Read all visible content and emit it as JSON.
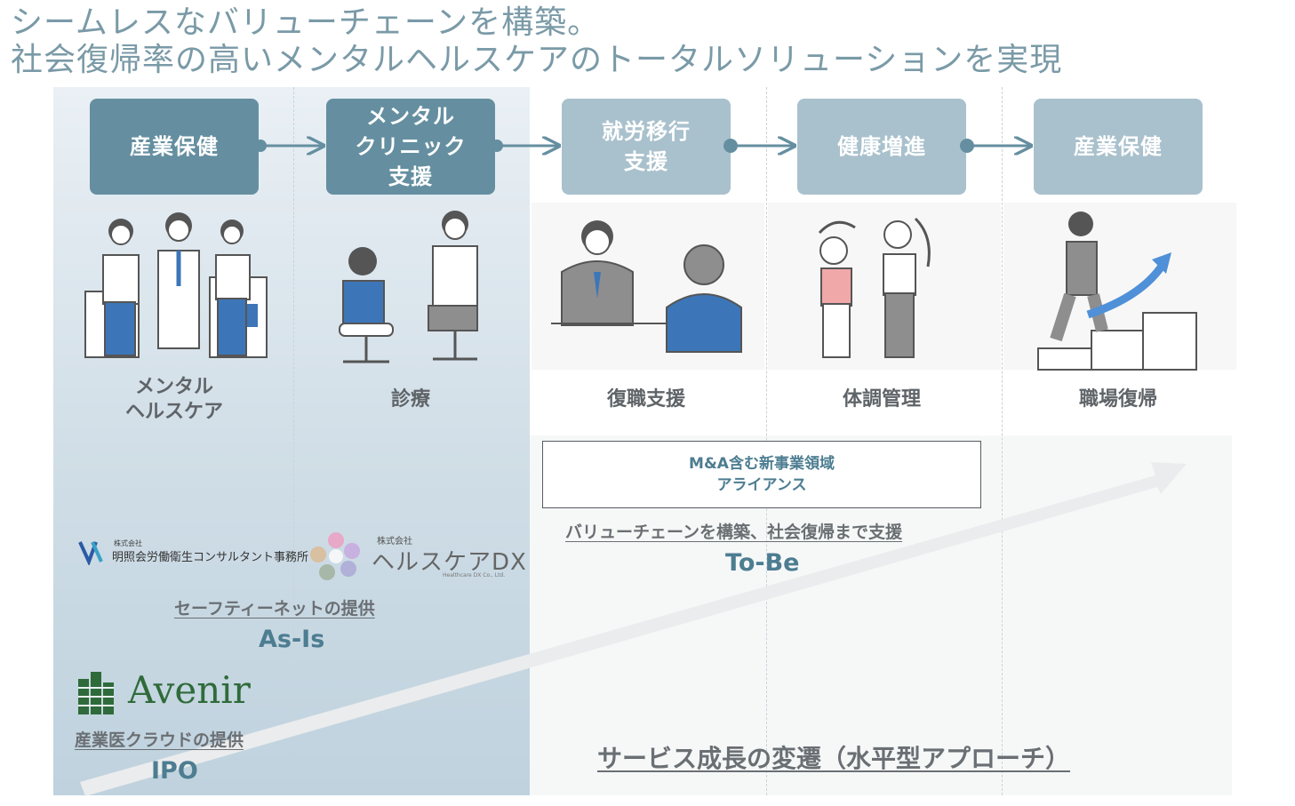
{
  "headline": {
    "line1": "シームレスなバリューチェーンを構築。",
    "line2": "社会復帰率の高いメンタルヘルスケアのトータルソリューションを実現"
  },
  "flow": [
    {
      "label": "産業保健",
      "style": "dark"
    },
    {
      "label": "メンタル\nクリニック\n支援",
      "style": "dark"
    },
    {
      "label": "就労移行\n支援",
      "style": "light"
    },
    {
      "label": "健康増進",
      "style": "light"
    },
    {
      "label": "産業保健",
      "style": "light"
    }
  ],
  "services": [
    {
      "label": "メンタル\nヘルスケア",
      "icon": "medical-staff-illustration"
    },
    {
      "label": "診療",
      "icon": "doctor-consultation-illustration"
    },
    {
      "label": "復職支援",
      "icon": "work-support-meeting-illustration"
    },
    {
      "label": "体調管理",
      "icon": "stretching-exercise-illustration"
    },
    {
      "label": "職場復帰",
      "icon": "climbing-stairs-illustration"
    }
  ],
  "alliance": {
    "text": "M&A含む新事業領域\nアライアンス"
  },
  "tobe": {
    "caption": "バリューチェーンを構築、社会復帰まで支援",
    "stage": "To-Be"
  },
  "asis": {
    "logo1_text": "明照会労働衛生コンサルタント事務所",
    "logo1_small": "株式会社",
    "logo2_text": "ヘルスケアDX",
    "logo2_small": "株式会社",
    "logo2_sub": "Healthcare DX Co., Ltd.",
    "caption": "セーフティーネットの提供",
    "stage": "As-Is"
  },
  "ipo": {
    "logo_text": "Avenir",
    "caption": "産業医クラウドの提供",
    "stage": "IPO"
  },
  "growth": {
    "caption": "サービス成長の変遷（水平型アプローチ）"
  },
  "colors": {
    "dark_box": "#658fa0",
    "light_box": "#a9c1cc",
    "accent_text": "#4d7d91",
    "logo_green": "#2f6b3a"
  }
}
